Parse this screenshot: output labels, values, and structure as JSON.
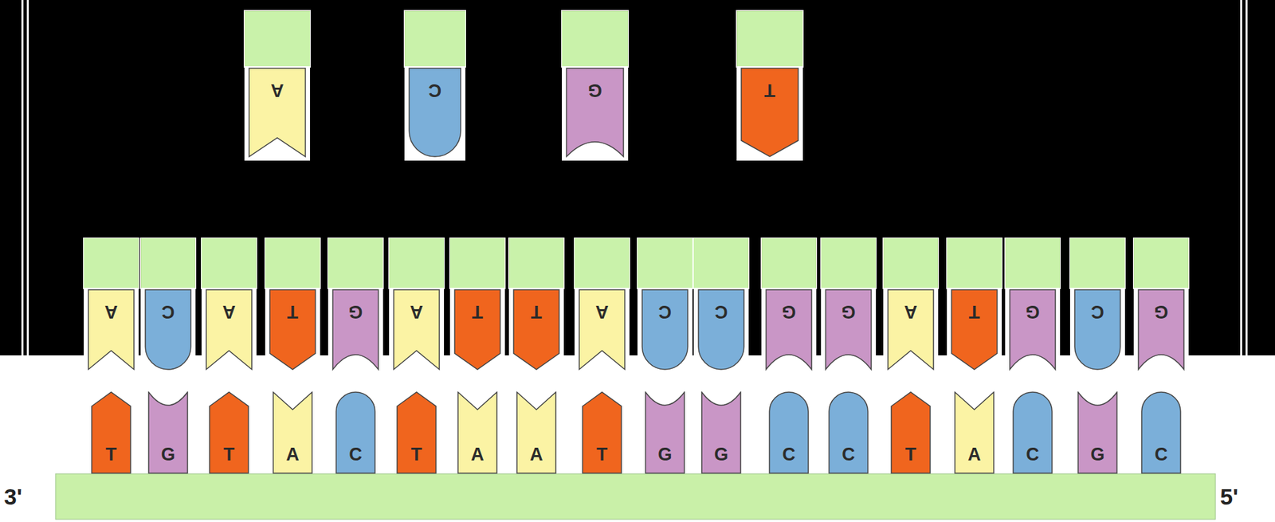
{
  "diagram": {
    "nodes": [
      {
        "text": [
          "A"
        ]
      },
      {
        "text": [
          "C"
        ]
      },
      {
        "text": [
          "G"
        ]
      },
      {
        "text": [
          "T"
        ]
      },
      {
        "text": [
          "A"
        ]
      },
      {
        "text": [
          "C"
        ]
      },
      {
        "text": [
          "A"
        ]
      },
      {
        "text": [
          "T"
        ]
      },
      {
        "text": [
          "G"
        ]
      },
      {
        "text": [
          "A"
        ]
      },
      {
        "text": [
          "T"
        ]
      },
      {
        "text": [
          "T"
        ]
      },
      {
        "text": [
          "A"
        ]
      },
      {
        "text": [
          "C"
        ]
      },
      {
        "text": [
          "C"
        ]
      },
      {
        "text": [
          "G"
        ]
      },
      {
        "text": [
          "G"
        ]
      },
      {
        "text": [
          "A"
        ]
      },
      {
        "text": [
          "T"
        ]
      },
      {
        "text": [
          "G"
        ]
      },
      {
        "text": [
          "C"
        ]
      },
      {
        "text": [
          "G"
        ]
      },
      {
        "text": [
          "T"
        ]
      },
      {
        "text": [
          "G"
        ]
      },
      {
        "text": [
          "T"
        ]
      },
      {
        "text": [
          "A"
        ]
      },
      {
        "text": [
          "C"
        ]
      },
      {
        "text": [
          "T"
        ]
      },
      {
        "text": [
          "A"
        ]
      },
      {
        "text": [
          "A"
        ]
      },
      {
        "text": [
          "T"
        ]
      },
      {
        "text": [
          "G"
        ]
      },
      {
        "text": [
          "G"
        ]
      },
      {
        "text": [
          "C"
        ]
      },
      {
        "text": [
          "C"
        ]
      },
      {
        "text": [
          "T"
        ]
      },
      {
        "text": [
          "A"
        ]
      },
      {
        "text": [
          "C"
        ]
      },
      {
        "text": [
          "G"
        ]
      },
      {
        "text": [
          "C"
        ]
      }
    ],
    "labels": [
      "3'",
      "5'"
    ]
  }
}
